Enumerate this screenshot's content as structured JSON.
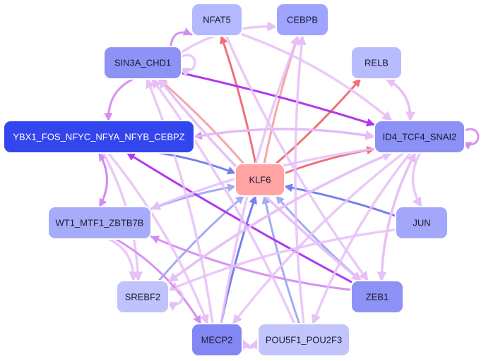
{
  "graph": {
    "center_node": "KLF6",
    "nodes": [
      {
        "id": "NFAT5",
        "label": "NFAT5",
        "color": "#b3b8ff"
      },
      {
        "id": "CEBPB",
        "label": "CEBPB",
        "color": "#9ea4ff"
      },
      {
        "id": "SIN3A_CHD1",
        "label": "SIN3A_CHD1",
        "color": "#8d93f5"
      },
      {
        "id": "RELB",
        "label": "RELB",
        "color": "#b7bcff"
      },
      {
        "id": "YBX1",
        "label": "YBX1_FOS_NFYC_NFYA_NFYB_CEBPZ",
        "color": "#3346ee"
      },
      {
        "id": "ID4",
        "label": "ID4_TCF4_SNAI2",
        "color": "#8b91f5"
      },
      {
        "id": "KLF6",
        "label": "KLF6",
        "color": "#ffa3a3"
      },
      {
        "id": "WT1",
        "label": "WT1_MTF1_ZBTB7B",
        "color": "#a7acfa"
      },
      {
        "id": "JUN",
        "label": "JUN",
        "color": "#a2a7fb"
      },
      {
        "id": "SREBF2",
        "label": "SREBF2",
        "color": "#c0c3fb"
      },
      {
        "id": "ZEB1",
        "label": "ZEB1",
        "color": "#8d92f6"
      },
      {
        "id": "MECP2",
        "label": "MECP2",
        "color": "#8287f3"
      },
      {
        "id": "POU5F1",
        "label": "POU5F1_POU2F3",
        "color": "#c2c5fb"
      }
    ],
    "edges": [
      {
        "from": "KLF6",
        "to": "NFAT5",
        "kind": "red"
      },
      {
        "from": "KLF6",
        "to": "CEBPB",
        "kind": "salmon"
      },
      {
        "from": "KLF6",
        "to": "RELB",
        "kind": "red"
      },
      {
        "from": "KLF6",
        "to": "ID4",
        "kind": "red"
      },
      {
        "from": "KLF6",
        "to": "SIN3A_CHD1",
        "kind": "salmon"
      },
      {
        "from": "YBX1",
        "to": "KLF6",
        "kind": "blue"
      },
      {
        "from": "WT1",
        "to": "KLF6",
        "kind": "lightblue"
      },
      {
        "from": "JUN",
        "to": "KLF6",
        "kind": "blue"
      },
      {
        "from": "SREBF2",
        "to": "KLF6",
        "kind": "lightblue"
      },
      {
        "from": "ZEB1",
        "to": "KLF6",
        "kind": "lightblue"
      },
      {
        "from": "MECP2",
        "to": "KLF6",
        "kind": "blue"
      },
      {
        "from": "POU5F1",
        "to": "KLF6",
        "kind": "lightblue"
      },
      {
        "from": "SIN3A_CHD1",
        "to": "ID4",
        "kind": "purple"
      },
      {
        "from": "ZEB1",
        "to": "YBX1",
        "kind": "purple"
      },
      {
        "from": "ZEB1",
        "to": "WT1",
        "kind": "violet"
      },
      {
        "from": "SIN3A_CHD1",
        "to": "NFAT5",
        "kind": "violet"
      },
      {
        "from": "SIN3A_CHD1",
        "to": "CEBPB",
        "kind": "lavender"
      },
      {
        "from": "SIN3A_CHD1",
        "to": "YBX1",
        "kind": "violet"
      },
      {
        "from": "SIN3A_CHD1",
        "to": "SIN3A_CHD1",
        "kind": "lavender"
      },
      {
        "from": "NFAT5",
        "to": "ID4",
        "kind": "lavender"
      },
      {
        "from": "ID4",
        "to": "RELB",
        "kind": "lavender"
      },
      {
        "from": "RELB",
        "to": "ID4",
        "kind": "lavender"
      },
      {
        "from": "ID4",
        "to": "ID4",
        "kind": "violet"
      },
      {
        "from": "ID4",
        "to": "YBX1",
        "kind": "violet"
      },
      {
        "from": "YBX1",
        "to": "ID4",
        "kind": "lavender"
      },
      {
        "from": "ID4",
        "to": "WT1",
        "kind": "lavender"
      },
      {
        "from": "ID4",
        "to": "SREBF2",
        "kind": "lavender"
      },
      {
        "from": "ID4",
        "to": "MECP2",
        "kind": "lavender"
      },
      {
        "from": "ID4",
        "to": "POU5F1",
        "kind": "lavender"
      },
      {
        "from": "ID4",
        "to": "ZEB1",
        "kind": "lavender"
      },
      {
        "from": "ZEB1",
        "to": "ID4",
        "kind": "lavender"
      },
      {
        "from": "JUN",
        "to": "SREBF2",
        "kind": "lavender"
      },
      {
        "from": "YBX1",
        "to": "WT1",
        "kind": "violet"
      },
      {
        "from": "WT1",
        "to": "YBX1",
        "kind": "violet"
      },
      {
        "from": "YBX1",
        "to": "SREBF2",
        "kind": "lavender"
      },
      {
        "from": "WT1",
        "to": "SREBF2",
        "kind": "lavender"
      },
      {
        "from": "WT1",
        "to": "MECP2",
        "kind": "violet"
      },
      {
        "from": "SREBF2",
        "to": "SREBF2",
        "kind": "lavender"
      },
      {
        "from": "SREBF2",
        "to": "ID4",
        "kind": "lavender"
      },
      {
        "from": "MECP2",
        "to": "POU5F1",
        "kind": "lavender"
      },
      {
        "from": "POU5F1",
        "to": "MECP2",
        "kind": "lavender"
      },
      {
        "from": "MECP2",
        "to": "CEBPB",
        "kind": "lavender"
      },
      {
        "from": "POU5F1",
        "to": "CEBPB",
        "kind": "lavender"
      },
      {
        "from": "MECP2",
        "to": "SIN3A_CHD1",
        "kind": "lavender"
      },
      {
        "from": "POU5F1",
        "to": "SIN3A_CHD1",
        "kind": "lavender"
      },
      {
        "from": "ZEB1",
        "to": "SIN3A_CHD1",
        "kind": "lavender"
      },
      {
        "from": "SIN3A_CHD1",
        "to": "ZEB1",
        "kind": "lavender"
      },
      {
        "from": "NFAT5",
        "to": "ZEB1",
        "kind": "lavender"
      },
      {
        "from": "ID4",
        "to": "JUN",
        "kind": "lavender"
      },
      {
        "from": "YBX1",
        "to": "MECP2",
        "kind": "lavender"
      }
    ],
    "edge_colors": {
      "red": "#f0707a",
      "salmon": "#f5a7a7",
      "blue": "#7580ee",
      "lightblue": "#a3abf3",
      "purple": "#b138ee",
      "violet": "#d48cf2",
      "lavender": "#e6c0f7"
    }
  }
}
